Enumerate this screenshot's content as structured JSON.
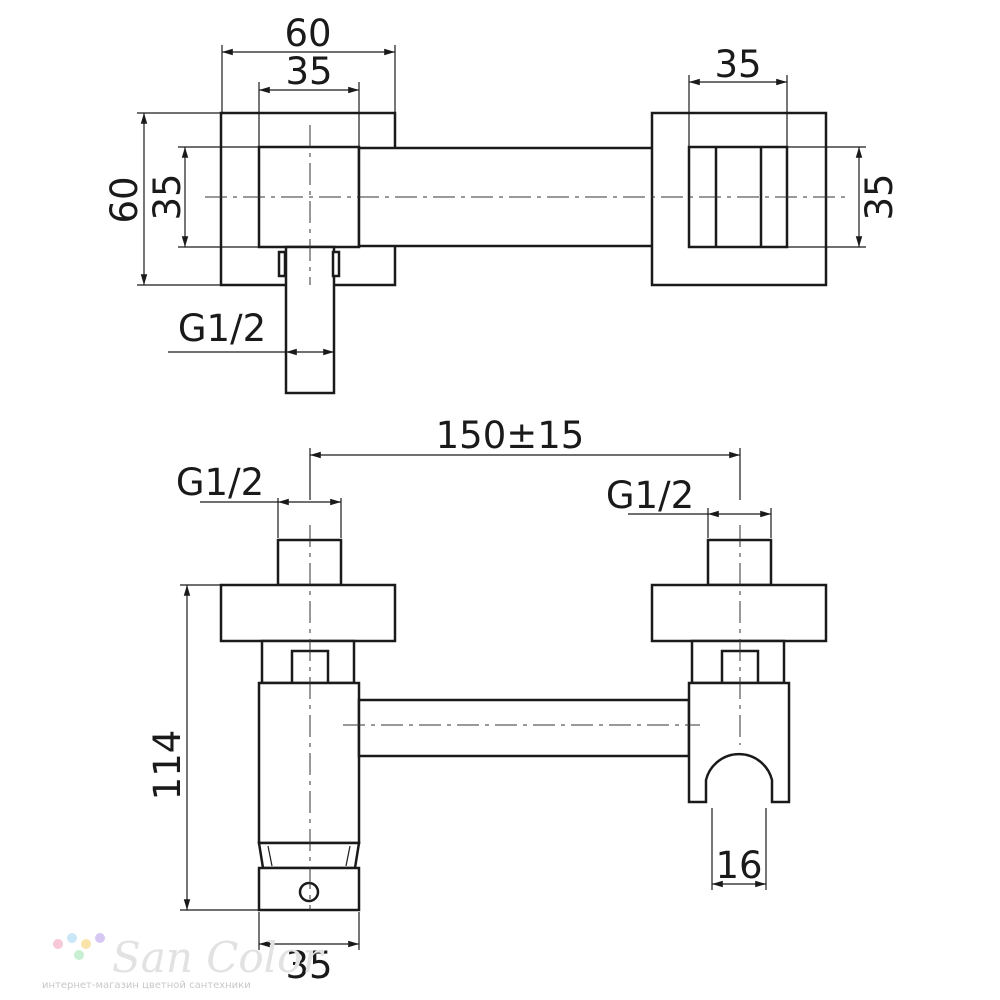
{
  "top_view": {
    "dim_width_total": "60",
    "dim_width_body": "35",
    "dim_height_total": "60",
    "dim_height_body": "35",
    "dim_right_width": "35",
    "dim_right_height": "35",
    "thread_label": "G1/2"
  },
  "front_view": {
    "dim_center_distance": "150±15",
    "thread_left": "G1/2",
    "thread_right": "G1/2",
    "dim_height": "114",
    "dim_holder": "16",
    "dim_bottom_width": "35"
  },
  "watermark": {
    "brand": "San Color",
    "tagline": "интернет-магазин цветной сантехники",
    "dot_colors": [
      "#f7c6d9",
      "#c9e7f7",
      "#f9e3a8",
      "#d6c8f2",
      "#c8efd1"
    ]
  }
}
